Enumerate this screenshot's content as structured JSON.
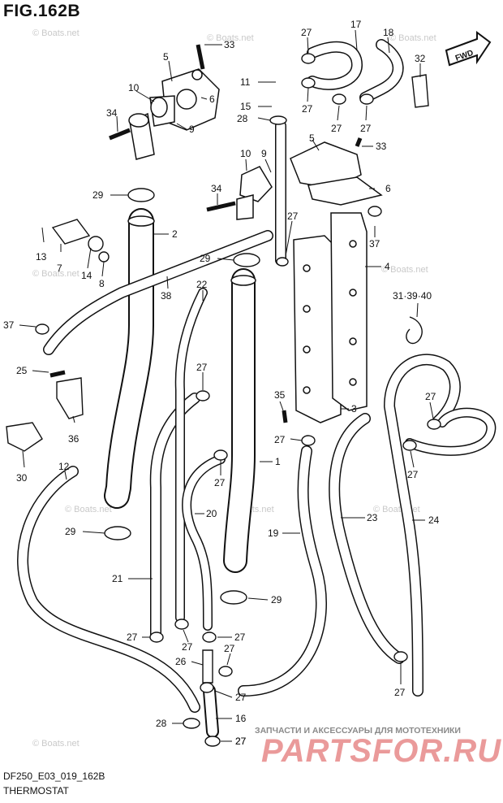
{
  "figure": {
    "title": "FIG.162B",
    "model": "DF250_E03_019_162B",
    "section": "THERMOSTAT"
  },
  "watermark": "© Boats.net",
  "fwd_label": "FWD",
  "promo": {
    "tagline": "ЗАПЧАСТИ И АКСЕССУАРЫ ДЛЯ МОТОТЕХНИКИ",
    "brand": "PARTSFOR.RU"
  },
  "colors": {
    "line": "#111111",
    "watermark": "#c9c9c9",
    "brand": "#e89090"
  },
  "callouts": [
    {
      "id": "c33a",
      "text": "33"
    },
    {
      "id": "c5a",
      "text": "5"
    },
    {
      "id": "c10a",
      "text": "10"
    },
    {
      "id": "c6a",
      "text": "6"
    },
    {
      "id": "c34a",
      "text": "34"
    },
    {
      "id": "c9a",
      "text": "9"
    },
    {
      "id": "c27a",
      "text": "27"
    },
    {
      "id": "c17",
      "text": "17"
    },
    {
      "id": "c18",
      "text": "18"
    },
    {
      "id": "c32",
      "text": "32"
    },
    {
      "id": "c11",
      "text": "11"
    },
    {
      "id": "c27b",
      "text": "27"
    },
    {
      "id": "c15",
      "text": "15"
    },
    {
      "id": "c28a",
      "text": "28"
    },
    {
      "id": "c27c",
      "text": "27"
    },
    {
      "id": "c27d",
      "text": "27"
    },
    {
      "id": "c5b",
      "text": "5"
    },
    {
      "id": "c33b",
      "text": "33"
    },
    {
      "id": "c10b",
      "text": "10"
    },
    {
      "id": "c9b",
      "text": "9"
    },
    {
      "id": "c34b",
      "text": "34"
    },
    {
      "id": "c6b",
      "text": "6"
    },
    {
      "id": "c29a",
      "text": "29"
    },
    {
      "id": "c27e",
      "text": "27"
    },
    {
      "id": "c2",
      "text": "2"
    },
    {
      "id": "c13",
      "text": "13"
    },
    {
      "id": "c7",
      "text": "7"
    },
    {
      "id": "c14",
      "text": "14"
    },
    {
      "id": "c8",
      "text": "8"
    },
    {
      "id": "c37a",
      "text": "37"
    },
    {
      "id": "c29b",
      "text": "29"
    },
    {
      "id": "c4",
      "text": "4"
    },
    {
      "id": "c38",
      "text": "38"
    },
    {
      "id": "c22",
      "text": "22"
    },
    {
      "id": "c313940",
      "text": "31·39·40"
    },
    {
      "id": "c37b",
      "text": "37"
    },
    {
      "id": "c25",
      "text": "25"
    },
    {
      "id": "c27f",
      "text": "27"
    },
    {
      "id": "c36",
      "text": "36"
    },
    {
      "id": "c35",
      "text": "35"
    },
    {
      "id": "c3",
      "text": "3"
    },
    {
      "id": "c27g",
      "text": "27"
    },
    {
      "id": "c27h",
      "text": "27"
    },
    {
      "id": "c30",
      "text": "30"
    },
    {
      "id": "c12",
      "text": "12"
    },
    {
      "id": "c27i",
      "text": "27"
    },
    {
      "id": "c1",
      "text": "1"
    },
    {
      "id": "c27j",
      "text": "27"
    },
    {
      "id": "c20",
      "text": "20"
    },
    {
      "id": "c23",
      "text": "23"
    },
    {
      "id": "c24",
      "text": "24"
    },
    {
      "id": "c29c",
      "text": "29"
    },
    {
      "id": "c19",
      "text": "19"
    },
    {
      "id": "c21",
      "text": "21"
    },
    {
      "id": "c29d",
      "text": "29"
    },
    {
      "id": "c27k",
      "text": "27"
    },
    {
      "id": "c27l",
      "text": "27"
    },
    {
      "id": "c27m",
      "text": "27"
    },
    {
      "id": "c27n",
      "text": "27"
    },
    {
      "id": "c26",
      "text": "26"
    },
    {
      "id": "c27o",
      "text": "27"
    },
    {
      "id": "c27p",
      "text": "27"
    },
    {
      "id": "c27q",
      "text": "27"
    },
    {
      "id": "c28b",
      "text": "28"
    },
    {
      "id": "c16",
      "text": "16"
    },
    {
      "id": "c27r",
      "text": "27"
    }
  ]
}
